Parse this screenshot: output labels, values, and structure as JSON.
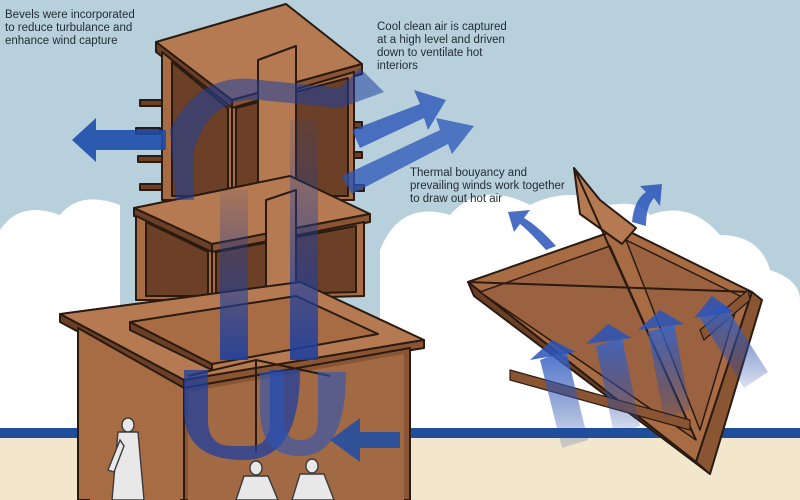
{
  "annotations": {
    "bevels": "Bevels were incorporated\nto reduce turbulance and\nenhance wind capture",
    "cool_air": "Cool clean air is captured\nat a high level and driven\ndown to ventilate hot\ninteriors",
    "thermal": "Thermal bouyancy and\nprevailing winds work together\nto draw out hot air"
  },
  "colors": {
    "sky": "#b8d0dc",
    "cloud": "#ffffff",
    "sea": "#1f4f9a",
    "sand": "#f2e6cc",
    "wood": "#a86c45",
    "wood_dark": "#6b4027",
    "wood_light": "#b57a52",
    "outline": "#2a1a10",
    "arrow": "#1d3f9e"
  },
  "icons": [
    "standing-man-figure",
    "seated-person-figure",
    "seated-person-figure"
  ]
}
